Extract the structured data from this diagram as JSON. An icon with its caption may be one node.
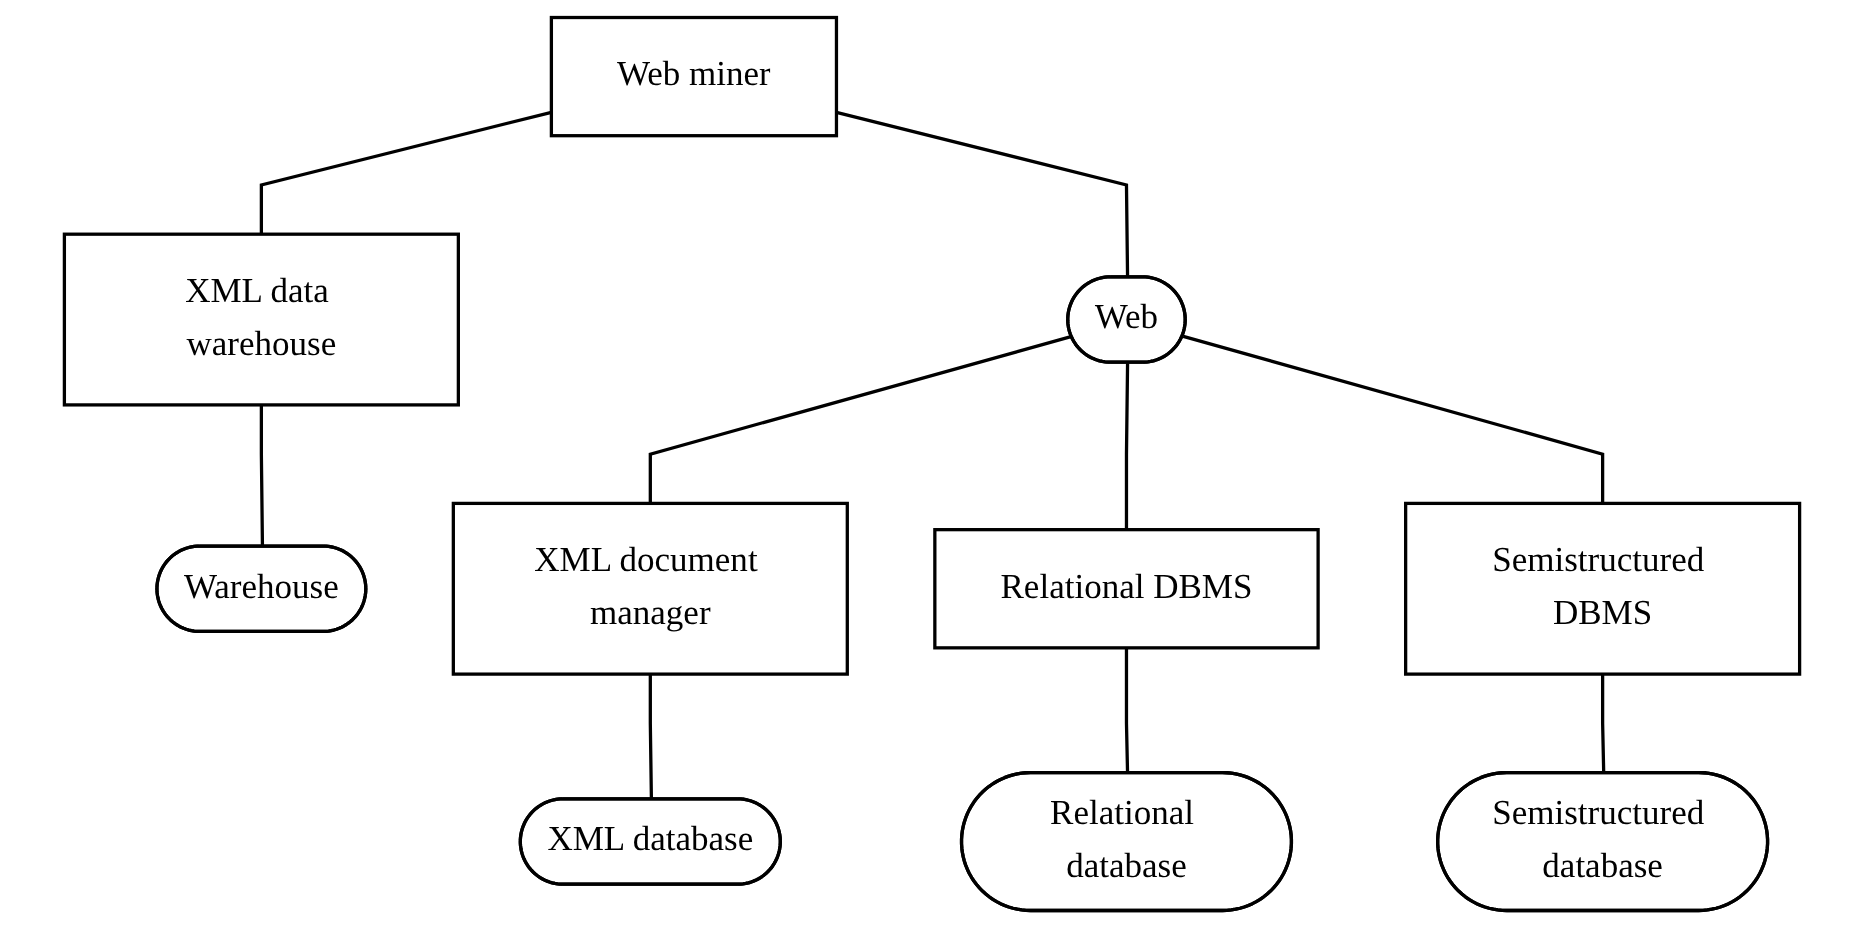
{
  "diagram": {
    "nodes": [
      {
        "text": [
          "Web miner"
        ]
      },
      {
        "text": [
          "XML data warehouse"
        ]
      },
      {
        "text": [
          "Warehouse"
        ]
      },
      {
        "text": [
          "Web"
        ]
      },
      {
        "text": [
          "XML document manager"
        ]
      },
      {
        "text": [
          "Relational DBMS"
        ]
      },
      {
        "text": [
          "Semistructured DBMS"
        ]
      },
      {
        "text": [
          "XML database"
        ]
      },
      {
        "text": [
          "Relational database"
        ]
      },
      {
        "text": [
          "Semistructured database"
        ]
      }
    ],
    "edges": [
      {
        "from": 0,
        "to": 1,
        "arrow": "none"
      },
      {
        "from": 1,
        "to": 2,
        "arrow": "none"
      },
      {
        "from": 0,
        "to": 3,
        "arrow": "none"
      },
      {
        "from": 3,
        "to": 4,
        "arrow": "none"
      },
      {
        "from": 3,
        "to": 5,
        "arrow": "none"
      },
      {
        "from": 3,
        "to": 6,
        "arrow": "none"
      },
      {
        "from": 4,
        "to": 7,
        "arrow": "none"
      },
      {
        "from": 5,
        "to": 8,
        "arrow": "none"
      },
      {
        "from": 6,
        "to": 9,
        "arrow": "none"
      }
    ]
  }
}
